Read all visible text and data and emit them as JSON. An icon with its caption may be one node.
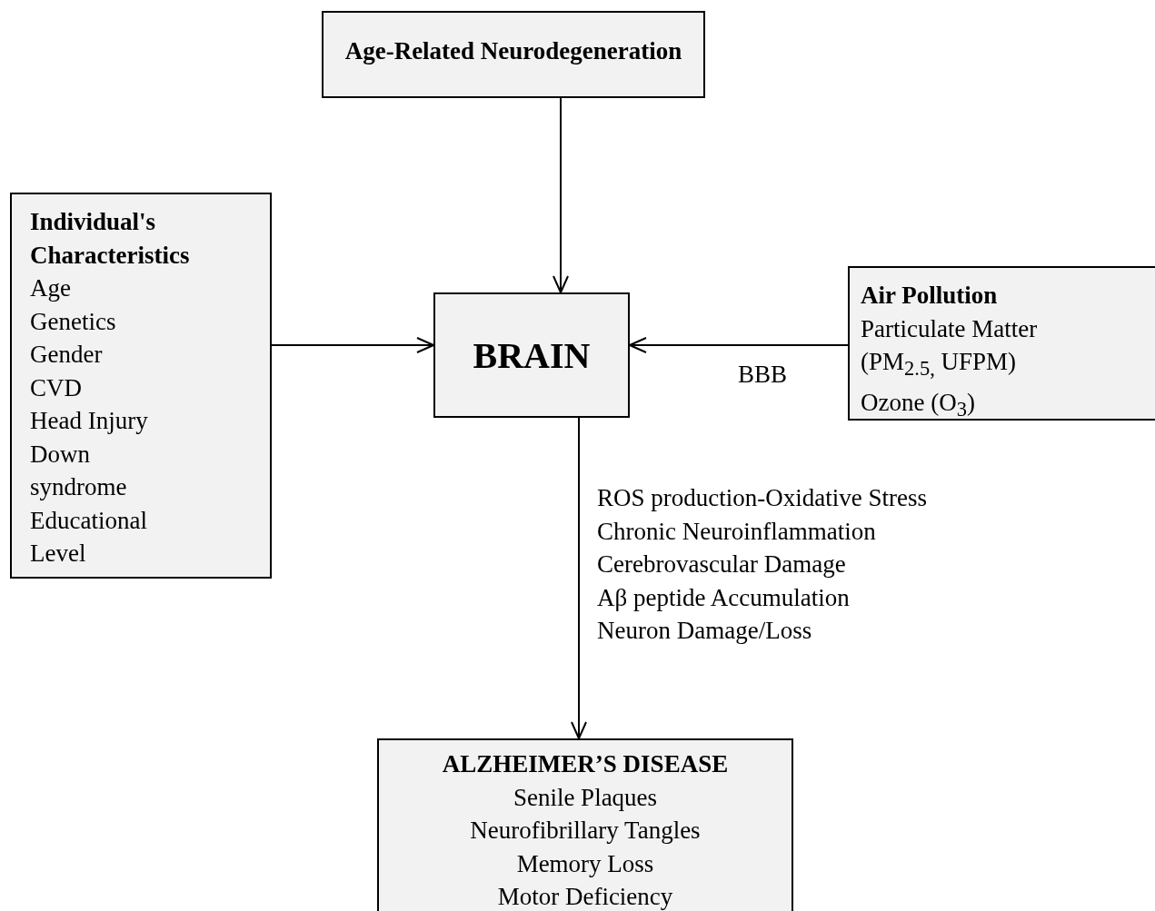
{
  "diagram": {
    "nodes": [
      {
        "text": [
          "Age-Related Neurodegeneration"
        ]
      },
      {
        "text": [
          "Individual's Characteristics",
          "Age",
          "Genetics",
          "Gender",
          "CVD",
          "Head Injury",
          "Down syndrome",
          "Educational Level"
        ]
      },
      {
        "text": [
          "BRAIN"
        ]
      },
      {
        "text": [
          "Air Pollution",
          "Particulate Matter (PM$_{2.5,}$ UFPM)",
          "Ozone (O$_{3}$)"
        ]
      },
      {
        "text": [
          "ALZHEIMER’S DISEASE",
          "Senile Plaques",
          "Neurofibrillary Tangles",
          "Memory Loss",
          "Motor Deficiency"
        ]
      }
    ],
    "edges": [
      {
        "from": 0,
        "to": 2,
        "arrow": "to"
      },
      {
        "from": 1,
        "to": 2,
        "arrow": "to"
      },
      {
        "from": 3,
        "to": 2,
        "arrow": "to",
        "label": "BBB"
      },
      {
        "from": 2,
        "to": 4,
        "arrow": "to"
      }
    ],
    "labels": [
      "ROS production-Oxidative Stress",
      "Chronic Neuroinflammation",
      "Cerebrovascular Damage",
      "Aβ peptide Accumulation",
      "Neuron Damage/Loss"
    ]
  }
}
